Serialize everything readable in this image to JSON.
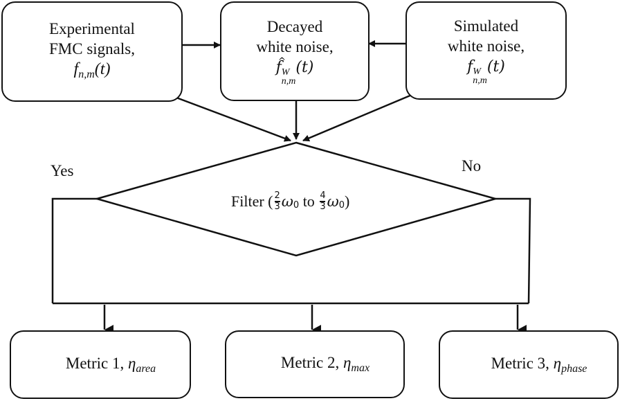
{
  "diagram": {
    "type": "flowchart",
    "inputs": [
      {
        "id": "experimental",
        "lines": [
          "Experimental",
          "FMC signals,"
        ],
        "math": {
          "base": "f",
          "sub": "n,m",
          "sup": "",
          "hat": false,
          "arg": "(t)"
        }
      },
      {
        "id": "decayed",
        "lines": [
          "Decayed",
          "white noise,"
        ],
        "math": {
          "base": "f",
          "sub": "n,m",
          "sup": "W",
          "hat": true,
          "arg": "(t)"
        }
      },
      {
        "id": "simulated",
        "lines": [
          "Simulated",
          "white noise,"
        ],
        "math": {
          "base": "f",
          "sub": "n,m",
          "sup": "W",
          "hat": false,
          "arg": "(t)"
        }
      }
    ],
    "decision": {
      "prefix": "Filter (",
      "frac1": {
        "num": "2",
        "den": "3"
      },
      "omega": "ω",
      "omega_sub": "0",
      "middle": " to ",
      "frac2": {
        "num": "4",
        "den": "3"
      },
      "suffix": ")",
      "yes_label": "Yes",
      "no_label": "No"
    },
    "metrics": [
      {
        "label": "Metric 1, ",
        "symbol": "η",
        "sub": "area"
      },
      {
        "label": "Metric 2, ",
        "symbol": "η",
        "sub": "max"
      },
      {
        "label": "Metric 3, ",
        "symbol": "η",
        "sub": "phase"
      }
    ]
  }
}
